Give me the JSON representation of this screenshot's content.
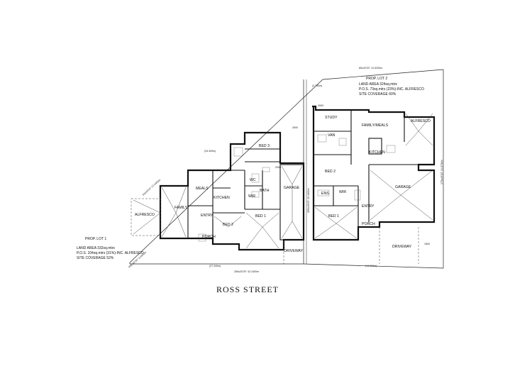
{
  "street": "ROSS STREET",
  "lot1": {
    "title": "PROP. LOT 1",
    "land_area": "LAND AREA 332sq.mtrs",
    "pos": "P.O.S. 104sq.mtrs (31%)-INC. ALFRESCO",
    "site_coverage": "SITE COVERAGE 52%",
    "rooms": {
      "alfresco": "ALFRESCO",
      "family": "FAMILY",
      "meals": "MEALS",
      "kitchen": "KITCHEN",
      "entry": "ENTRY",
      "bed3": "BED 3",
      "bed2": "BED 2",
      "bed1": "BED 1",
      "bath": "BATH",
      "wir": "WIR",
      "wc": "WC",
      "garage": "GARAGE",
      "porch": "PORCH",
      "driveway": "DRIVEWAY"
    },
    "dims": {
      "diag_top": "53o43'20\" 27.4400m",
      "upper_left": "(34.400m)",
      "left_edge": "356o42'40\" 3.1600m",
      "bottom_left": "(27.340m)",
      "bottom_bearing": "265o20'20\" 42.2400m",
      "garage_w": "3000",
      "bed3_w": "2000"
    }
  },
  "lot2": {
    "title": "PROP. LOT 2",
    "land_area": "LAND AREA 324sq.mtrs",
    "pos": "P.O.S. 73sq.mtrs (23%)-INC. ALFRESCO",
    "site_coverage": "SITE COVERAGE 60%",
    "rooms": {
      "study": "STUDY",
      "van": "VAN",
      "family_meals": "FAMILY/MEALS",
      "alfresco": "ALFRESCO",
      "kitchen": "KITCHEN",
      "bed2": "BED 2",
      "ens": "ENS",
      "wir": "WIR",
      "garage": "GARAGE",
      "entry": "ENTRY",
      "bed1": "BED 1",
      "porch": "PORCH",
      "driveway": "DRIVEWAY"
    },
    "dims": {
      "top_bearing": "85o20'20\" 12.5200m",
      "top_small": "(2.790m)",
      "common_wall": "355o49'20\" 20.4600m",
      "right_edge": "175o49'20\" 21.8700m",
      "bottom_right": "(14.900m)",
      "small_a": "3000",
      "small_b": "1500"
    }
  }
}
